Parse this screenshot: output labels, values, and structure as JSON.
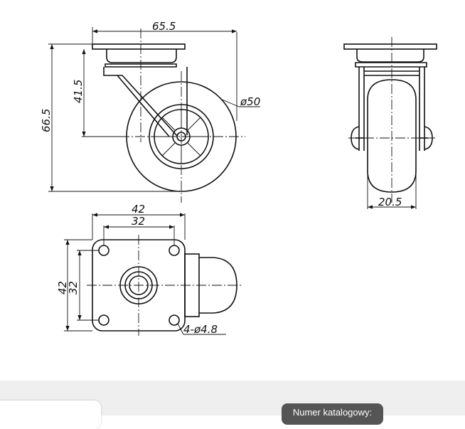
{
  "dimensions": {
    "side_width": "65.5",
    "side_height": "66.5",
    "mount_height": "41.5",
    "wheel_diameter": "ø50",
    "wheel_width": "20.5",
    "plate_width": "42",
    "plate_hole_spacing_h": "32",
    "plate_depth": "42",
    "plate_hole_spacing_v": "32",
    "holes": "4-ø4.8"
  },
  "footer": {
    "catalog_label": "Numer katalogowy:"
  }
}
